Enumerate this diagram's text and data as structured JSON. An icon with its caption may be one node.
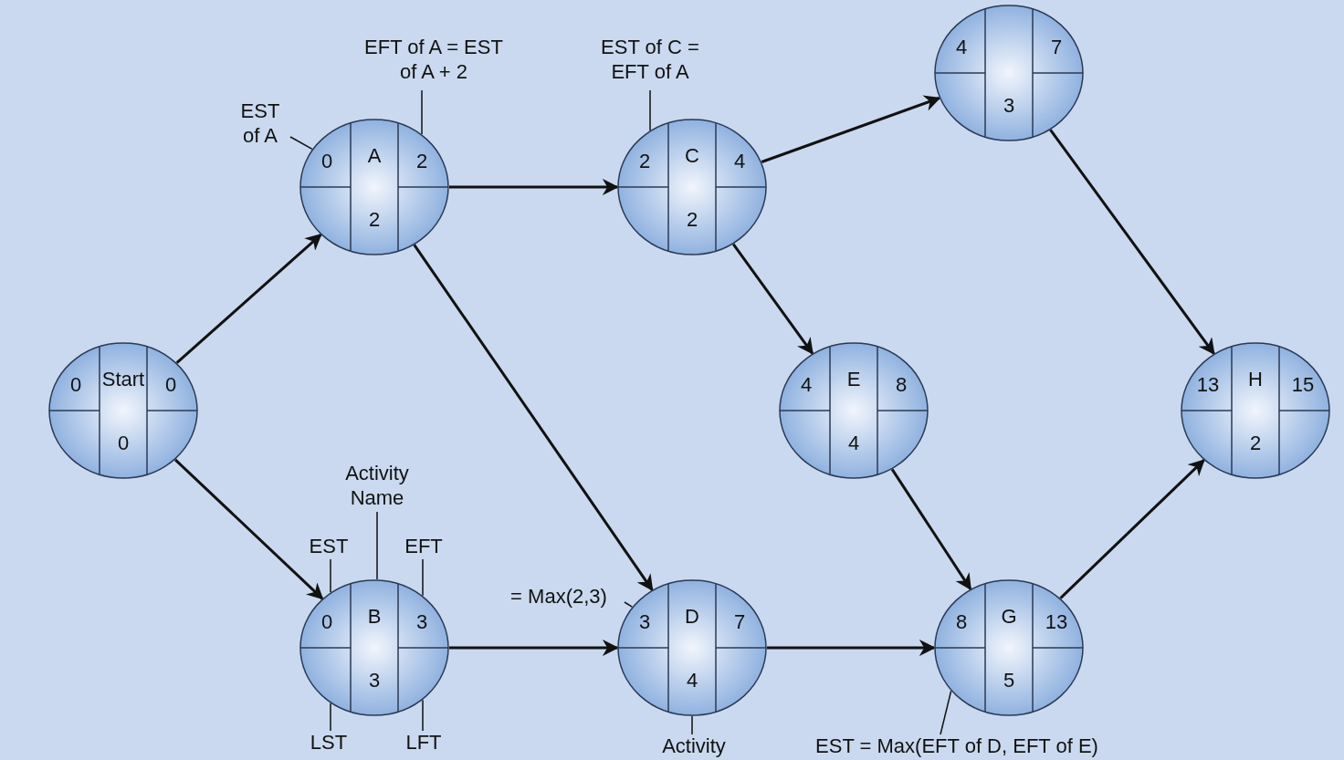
{
  "diagram": {
    "nodes": [
      {
        "text": [
          "4",
          "7",
          "3"
        ]
      },
      {
        "text": [
          "EFT of A = EST of A + 2"
        ]
      },
      {
        "text": [
          "EST of C = EFT of A"
        ]
      },
      {
        "text": [
          "EST of A"
        ]
      },
      {
        "text": [
          "0",
          "A",
          "2",
          "2"
        ]
      },
      {
        "text": [
          "2",
          "C",
          "4",
          "2"
        ]
      },
      {
        "text": [
          "0",
          "Start",
          "0",
          "0"
        ]
      },
      {
        "text": [
          "4",
          "E",
          "8",
          "4"
        ]
      },
      {
        "text": [
          "13",
          "H",
          "15",
          "2"
        ]
      },
      {
        "text": [
          "Activity Name"
        ]
      },
      {
        "text": [
          "EST"
        ]
      },
      {
        "text": [
          "EFT"
        ]
      },
      {
        "text": [
          "= Max(2,3)"
        ]
      },
      {
        "text": [
          "0",
          "B",
          "3",
          "3"
        ]
      },
      {
        "text": [
          "3",
          "D",
          "7",
          "4"
        ]
      },
      {
        "text": [
          "8",
          "G",
          "13",
          "5"
        ]
      },
      {
        "text": [
          "LST"
        ]
      },
      {
        "text": [
          "LFT"
        ]
      },
      {
        "text": [
          "Activity"
        ]
      },
      {
        "text": [
          "EST = Max(EFT of D, EFT of E)"
        ]
      }
    ],
    "edges": [
      {
        "from": 6,
        "to": 4,
        "arrow": "to"
      },
      {
        "from": 6,
        "to": 13,
        "arrow": "to"
      },
      {
        "from": 4,
        "to": 5,
        "arrow": "to"
      },
      {
        "from": 4,
        "to": 14,
        "arrow": "to"
      },
      {
        "from": 13,
        "to": 14,
        "arrow": "to"
      },
      {
        "from": 5,
        "to": 0,
        "arrow": "to"
      },
      {
        "from": 5,
        "to": 7,
        "arrow": "to"
      },
      {
        "from": 0,
        "to": 8,
        "arrow": "to"
      },
      {
        "from": 7,
        "to": 15,
        "arrow": "to"
      },
      {
        "from": 14,
        "to": 15,
        "arrow": "to"
      },
      {
        "from": 15,
        "to": 8,
        "arrow": "to"
      },
      {
        "from": 3,
        "to": 4,
        "arrow": "none"
      },
      {
        "from": 1,
        "to": 4,
        "arrow": "none"
      },
      {
        "from": 2,
        "to": 5,
        "arrow": "none"
      },
      {
        "from": 9,
        "to": 13,
        "arrow": "none"
      },
      {
        "from": 10,
        "to": 13,
        "arrow": "none"
      },
      {
        "from": 11,
        "to": 13,
        "arrow": "none"
      },
      {
        "from": 12,
        "to": 14,
        "arrow": "none"
      },
      {
        "from": 16,
        "to": 13,
        "arrow": "none"
      },
      {
        "from": 17,
        "to": 13,
        "arrow": "none"
      },
      {
        "from": 18,
        "to": 14,
        "arrow": "none"
      },
      {
        "from": 19,
        "to": 15,
        "arrow": "none"
      }
    ]
  }
}
